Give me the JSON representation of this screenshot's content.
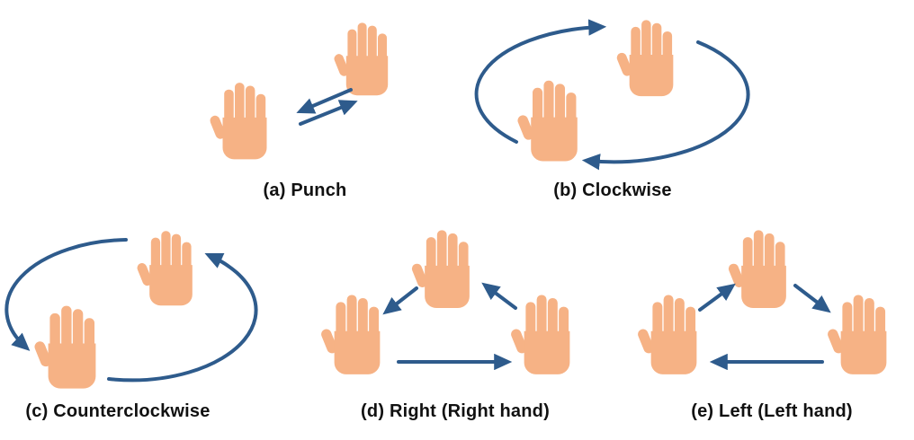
{
  "figure": {
    "background": "#FFFFFF",
    "panels": [
      {
        "id": "a",
        "label": "(a) Punch",
        "hands": 2
      },
      {
        "id": "b",
        "label": "(b) Clockwise",
        "hands": 2
      },
      {
        "id": "c",
        "label": "(c) Counterclockwise",
        "hands": 2
      },
      {
        "id": "d",
        "label": "(d) Right (Right hand)",
        "hands": 3
      },
      {
        "id": "e",
        "label": "(e) Left (Left hand)",
        "hands": 3
      }
    ]
  },
  "colors": {
    "hand": "#F6B285",
    "arrow": "#2E5B8C",
    "text": "#111111"
  },
  "icons": {
    "hand": "open-palm-hand",
    "arrowhead": "solid-triangle-arrowhead"
  }
}
